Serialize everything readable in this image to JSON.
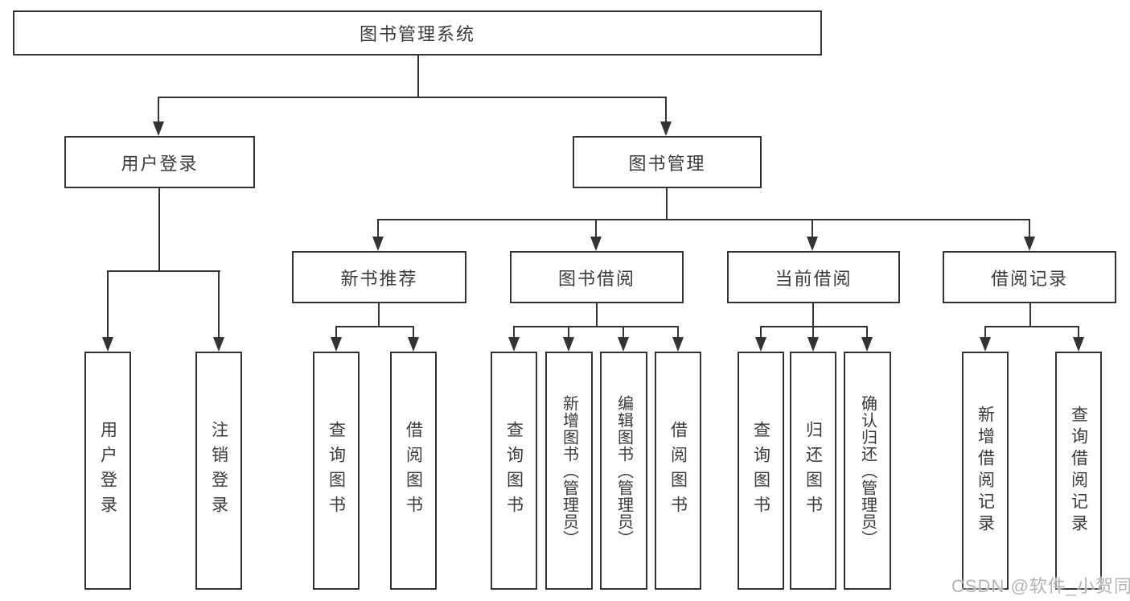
{
  "tree": {
    "root": "图书管理系统",
    "user_login": {
      "label": "用户登录",
      "children": [
        "用户登录",
        "注销登录"
      ]
    },
    "book_mgmt": {
      "label": "图书管理",
      "children": [
        {
          "label": "新书推荐",
          "children": [
            "查询图书",
            "借阅图书"
          ]
        },
        {
          "label": "图书借阅",
          "children": [
            "查询图书",
            "新增图书（管理员）",
            "编辑图书（管理员）",
            "借阅图书"
          ]
        },
        {
          "label": "当前借阅",
          "children": [
            "查询图书",
            "归还图书",
            "确认归还（管理员）"
          ]
        },
        {
          "label": "借阅记录",
          "children": [
            "新增借阅记录",
            "查询借阅记录"
          ]
        }
      ]
    }
  },
  "watermark": {
    "text": "CSDN @软件_小贺同学"
  },
  "colors": {
    "line": "#333333",
    "text": "#3a3a3a",
    "watermark": "#b3b3b3",
    "background": "#ffffff"
  }
}
